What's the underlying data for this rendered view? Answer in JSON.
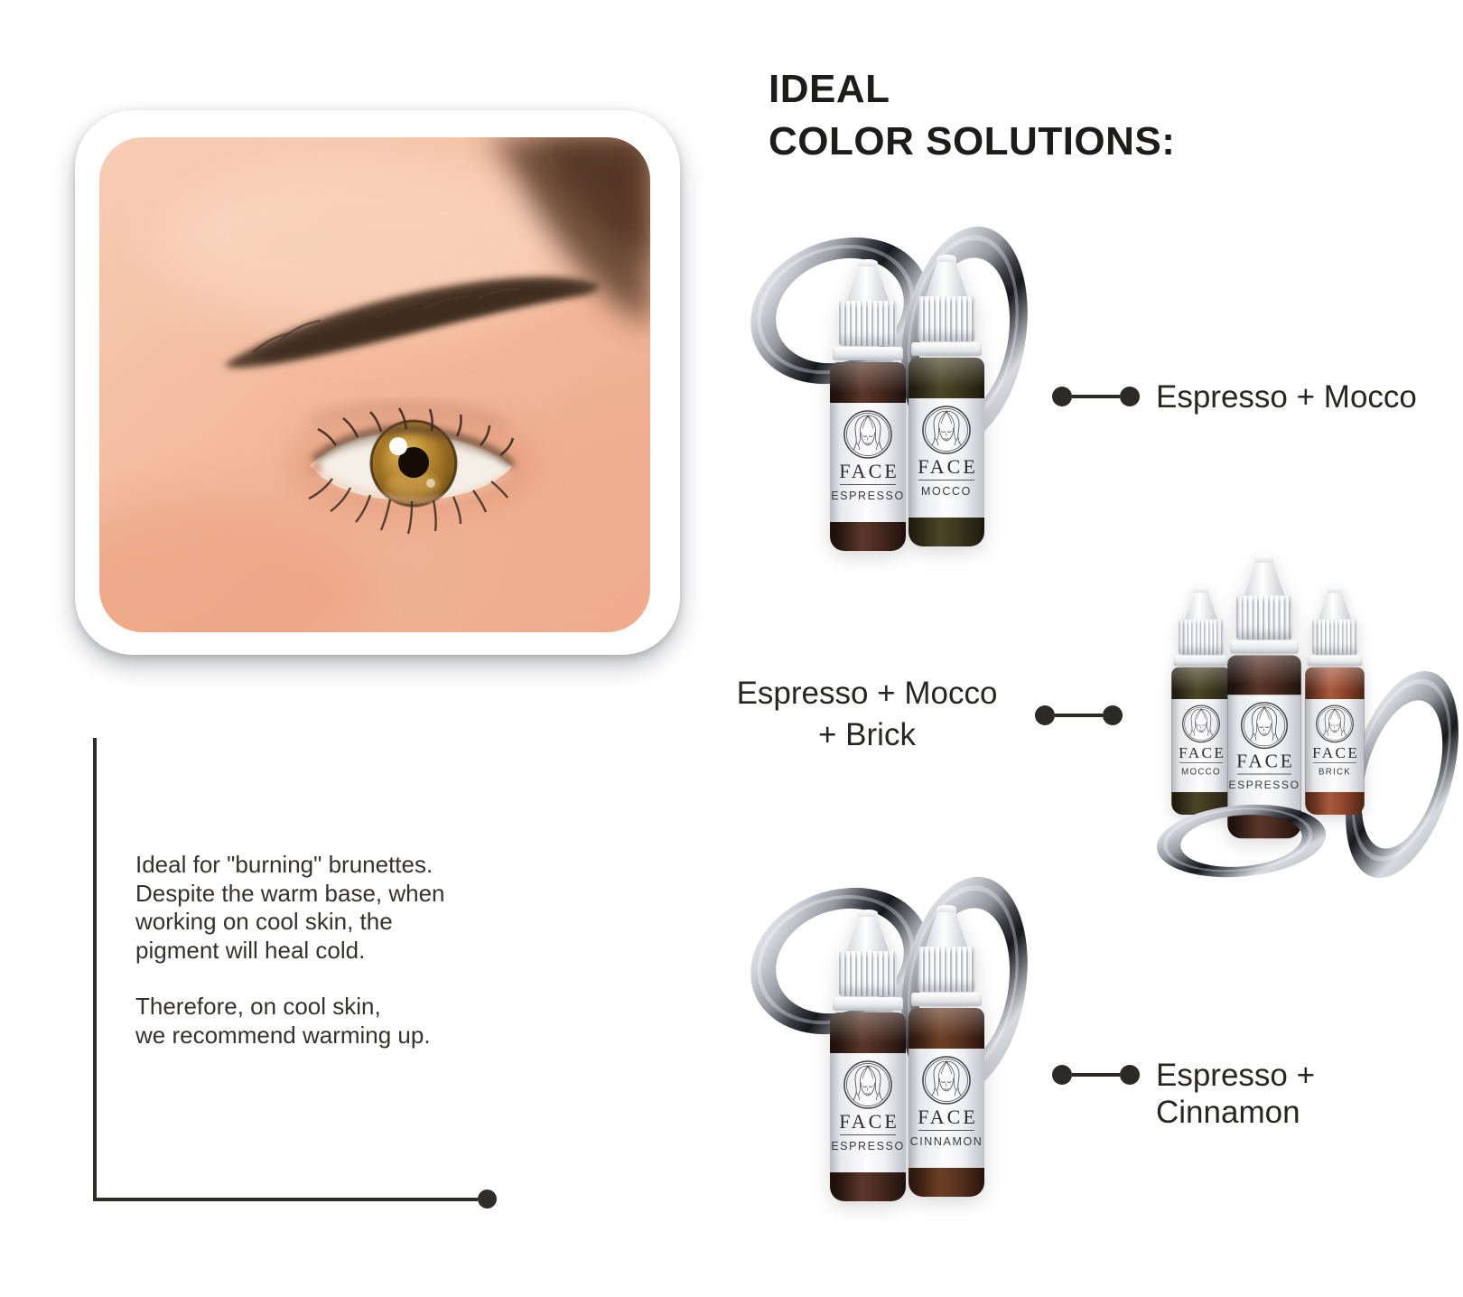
{
  "heading": {
    "line1": "IDEAL",
    "line2": "COLOR SOLUTIONS:"
  },
  "brand": "FACE",
  "solutions": [
    {
      "label": "Espresso + Mocco",
      "bottles": [
        {
          "shade": "ESPRESSO"
        },
        {
          "shade": "MOCCO"
        }
      ]
    },
    {
      "label": "Espresso + Mocco\n+ Brick",
      "bottles": [
        {
          "shade": "MOCCO"
        },
        {
          "shade": "ESPRESSO"
        },
        {
          "shade": "BRICK"
        }
      ]
    },
    {
      "label": "Espresso + Cinnamon",
      "bottles": [
        {
          "shade": "ESPRESSO"
        },
        {
          "shade": "CINNAMON"
        }
      ]
    }
  ],
  "note": {
    "p1": "Ideal for \"burning\" brunettes.\nDespite the warm base, when\nworking on cool skin, the\npigment will heal cold.",
    "p2": "Therefore, on cool skin,\nwe recommend warming up."
  },
  "colors": {
    "background": "#ffffff",
    "accent": "#2b2a26",
    "heading_text": "#1d1c1a",
    "body_text": "#34322e",
    "espresso": "#3d241a",
    "mocco": "#423c24",
    "brick": "#9a4f33",
    "cinnamon": "#5f3a26"
  }
}
